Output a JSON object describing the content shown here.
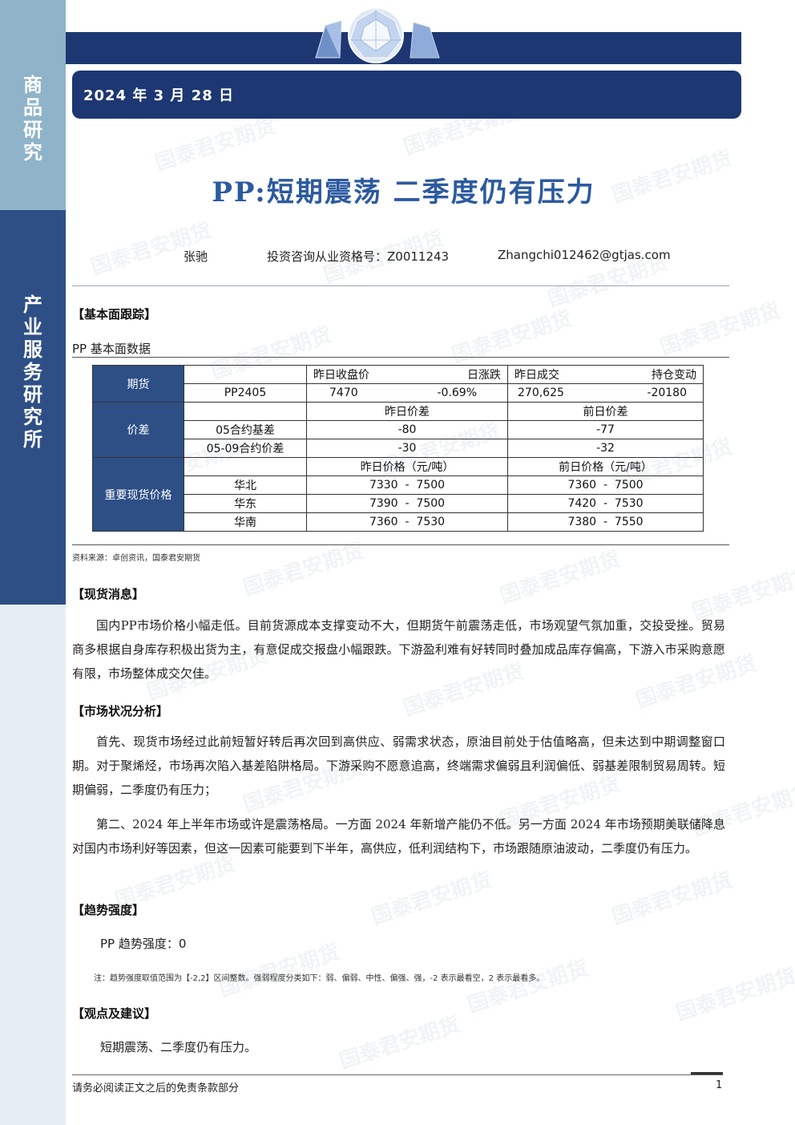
{
  "sidebar": {
    "section_top": [
      "商",
      "品",
      "研",
      "究"
    ],
    "section_mid": [
      "产",
      "业",
      "服",
      "务",
      "研",
      "究",
      "所"
    ]
  },
  "header": {
    "date": "2024 年 3 月 28 日",
    "title": "PP:短期震荡  二季度仍有压力"
  },
  "author": {
    "name": "张驰",
    "license": "投资咨询从业资格号：Z0011243",
    "email": "Zhangchi012462@gtjas.com"
  },
  "fundamentals": {
    "heading": "【基本面跟踪】",
    "subtitle": "PP 基本面数据",
    "futures": {
      "label": "期货",
      "h_close": "昨日收盘价",
      "h_change": "日涨跌",
      "h_volume": "昨日成交",
      "h_oi": "持仓变动",
      "contract": "PP2405",
      "close": "7470",
      "change": "-0.69%",
      "volume": "270,625",
      "oi": "-20180"
    },
    "spread": {
      "label": "价差",
      "h_yesterday": "昨日价差",
      "h_prior": "前日价差",
      "rows": [
        {
          "name": "05合约基差",
          "yesterday": "-80",
          "prior": "-77"
        },
        {
          "name": "05-09合约价差",
          "yesterday": "-30",
          "prior": "-32"
        }
      ]
    },
    "spot": {
      "label": "重要现货价格",
      "h_yesterday": "昨日价格（元/吨）",
      "h_prior": "前日价格（元/吨）",
      "rows": [
        {
          "region": "华北",
          "yesterday": "7330  -  7500",
          "prior": "7360  -  7500"
        },
        {
          "region": "华东",
          "yesterday": "7390  -  7500",
          "prior": "7420  -  7530"
        },
        {
          "region": "华南",
          "yesterday": "7360  -  7530",
          "prior": "7380  -  7550"
        }
      ]
    },
    "source": "资料来源：卓创资讯，国泰君安期货"
  },
  "spot_news": {
    "heading": "【现货消息】",
    "text": "国内PP市场价格小幅走低。目前货源成本支撑变动不大，但期货午前震荡走低，市场观望气氛加重，交投受挫。贸易商多根据自身库存积极出货为主，有意促成交报盘小幅跟跌。下游盈利难有好转同时叠加成品库存偏高，下游入市采购意愿有限，市场整体成交欠佳。"
  },
  "market_analysis": {
    "heading": "【市场状况分析】",
    "para1": "首先、现货市场经过此前短暂好转后再次回到高供应、弱需求状态，原油目前处于估值略高，但未达到中期调整窗口期。对于聚烯烃，市场再次陷入基差陷阱格局。下游采购不愿意追高，终端需求偏弱且利润偏低、弱基差限制贸易周转。短期偏弱，二季度仍有压力；",
    "para2": "第二、2024 年上半年市场或许是震荡格局。一方面 2024 年新增产能仍不低。另一方面 2024 年市场预期美联储降息对国内市场利好等因素，但这一因素可能要到下半年，高供应，低利润结构下，市场跟随原油波动，二季度仍有压力。"
  },
  "trend": {
    "heading": "【趋势强度】",
    "text": "PP 趋势强度：0",
    "note": "注：趋势强度取值范围为【-2,2】区间整数。强弱程度分类如下：弱、偏弱、中性、偏强、强，-2 表示最看空，2 表示最看多。"
  },
  "advice": {
    "heading": "【观点及建议】",
    "text": "短期震荡、二季度仍有压力。"
  },
  "footer": {
    "disclaimer": "请务必阅读正文之后的免责条款部分",
    "page": "1"
  },
  "watermark": "国泰君安期货",
  "colors": {
    "navy": "#1d3772",
    "title_blue": "#2c5aa0",
    "sidebar_light": "#8fb3c9",
    "sidebar_dark": "#2e4f86"
  }
}
